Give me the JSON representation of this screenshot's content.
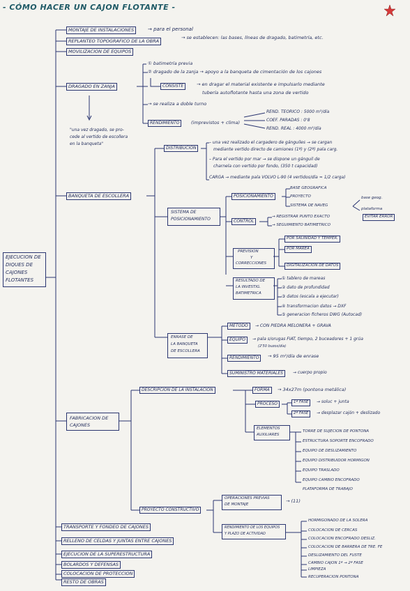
{
  "title": "- CÓMO HACER UN CAJON FLOTANTE -",
  "root": [
    "EJECUCION DE",
    "DIQUES DE",
    "CAJONES",
    "FLOTANTES"
  ],
  "l1": {
    "montaje": "MONTAJE DE INSTALACIONES",
    "montaje_note": "→ para el personal",
    "replanteo": "REPLANTEO TOPOGRAFICO DE LA OBRA",
    "replanteo_note": "→ se establecen: las bases, líneas de dragado, batimetría, etc.",
    "movilizacion": "MOVILIZACION DE EQUIPOS",
    "dragado": "DRAGADO EN ZANJA",
    "banqueta": "BANQUETA DE ESCOLLERA",
    "fabricacion": [
      "FABRICACION DE",
      "CAJONES"
    ],
    "transporte": "TRANSPORTE Y FONDEO DE CAJONES",
    "relleno": "RELLENO DE CELDAS Y JUNTAS ENTRE CAJONES",
    "superestructura": "EJECUCION DE LA SUPERESTRUCTURA",
    "bolardos": "BOLARDOS Y DEFENSAS",
    "colocacion": "COLOCACION DE PROTECCION",
    "resto": "RESTO DE OBRAS"
  },
  "dragado": {
    "item1": "① batimetría previa",
    "item2": "② dragado de la zanja → apoyo a la banqueta de cimentación de los cajones",
    "consiste": "CONSISTE",
    "consiste_text1": "→ en dragar el material existente e impulsarlo mediante",
    "consiste_text2": "tubería autoflotante hasta una zona de vertido",
    "doble_turno": "→ se realiza a doble turno",
    "rendimiento": "RENDIMIENTO",
    "rend_note": "(imprevistos + clima)",
    "teorico": "REND. TEORICO : 5000 m³/día",
    "coef": "COEF. PARADAS : 0'8",
    "real": "REND. REAL : 4000 m³/día",
    "side_note1": "\"una vez dragado, se pro-",
    "side_note2": "cede al vertido de escollera",
    "side_note3": "en la banqueta\""
  },
  "banqueta": {
    "distribucion": "DISTRIBUCION",
    "dist1a": "– una vez realizado el cargadero de gánguiles → se cargan",
    "dist1b": "mediante vertido directo de camiones (1ª) y (2ª) pala carg.",
    "dist2a": "– Para el vertido por mar → se dispone un gánguil de",
    "dist2b": "charnela con vertido por fondo, (350 t capacidad)",
    "carga": "CARGA → mediante pala VOLVO L-90 (4 vertidos/día ≈ 1/2 carga)",
    "sistema": [
      "SISTEMA DE",
      "POSICIONAMIENTO"
    ],
    "posicionamiento": "POSICIONAMIENTO",
    "base_geo": "BASE GEOGRAFICA",
    "proyecto": "PROYECTO",
    "sistema_naveg": "SISTEMA DE NAVEG",
    "base_geog_plat": [
      "base geog.",
      "plataforma"
    ],
    "control": "CONTROL",
    "registrar": "→ REGISTRAR PUNTO EXACTO",
    "evitar": "EVITAR ERROR",
    "seguimiento": "→ SEGUIMIENTO BATIMETRICO",
    "prevision": [
      "PREVISION",
      "Y",
      "CORRECCIONES"
    ],
    "salinidad": "POR SALINIDAD Y TEMPER.",
    "marea": "POR MAREA",
    "digitalizacion": "DIGITALIZACION DE DATOS",
    "resultado": [
      "RESULTADO DE",
      "LA INVESTIG.",
      "BATIMETRICA"
    ],
    "r1": "① tablero de mareas",
    "r2": "② dato de profundidad",
    "r3": "③ datos (escala a ejecutar)",
    "r4": "④ transformacion datos → DXF",
    "r5": "⑤ generacion ficheros DWG (Autocad)",
    "enrase": [
      "ENRASE DE",
      "LA BANQUETA",
      "DE ESCOLLERA"
    ],
    "metodo": "METODO",
    "metodo_text": "→ CON PIEDRA MELONERA + GRAVA",
    "equipo": "EQUIPO",
    "equipo_text": "→ pala s/orugas FIAT, tiempo, 2 buceadores + 1 grúa",
    "equipo_note": "(2'50 buzos/día)",
    "rendimiento": "RENDIMIENTO",
    "rend_text": "→ 95 m²/día de enrase",
    "suministro": "SUMINISTRO MATERIALES",
    "suministro_text": "→ cuerpo propio"
  },
  "fabricacion": {
    "descripcion": "DESCRIPCION DE LA INSTALACION",
    "forma": "FORMA",
    "forma_text": "→ 34x27m (pontona metálica)",
    "proceso": "PROCESO",
    "fase1": "1ª FASE",
    "fase1_text": "→ soluc + junta",
    "fase2": "2ª FASE",
    "fase2_text": "→ desplazar cajón + deslizado",
    "elementos": [
      "ELEMENTOS",
      "AUXILIARES"
    ],
    "aux": [
      "TORRE DE SUJECION DE PONTONA",
      "ESTRUCTURA SOPORTE ENCOFRADO",
      "EQUIPO DE DESLIZAMIENTO",
      "EQUIPO DISTRIBUIDOR HORMIGON",
      "EQUIPO TRASLADO",
      "EQUIPO CAMBIO ENCOFRADO",
      "PLATAFORMA DE TRABAJO"
    ],
    "proyecto": "PROYECTO CONSTRUCTIVO",
    "operaciones": [
      "OPERACIONES PREVIAS",
      "DE MONTAJE"
    ],
    "operaciones_note": "→ (11)",
    "rendimiento": [
      "RENDIMIENTO DE LOS EQUIPOS",
      "Y PLAZO DE ACTIVIDAD"
    ],
    "rend_items": [
      "HORMIGONADO DE LA SOLERA",
      "COLOCACION DE CERCAS",
      "COLOCACION ENCOFRADO DESLIZ.",
      "COLOCACION DE BARRERA DE TRE. FE",
      "DESLIZAMIENTO DEL FUSTE",
      "CAMBIO CAJON 1ª → 2ª FASE",
      "LIMPIEZA",
      "RECUPERACION PONTONA"
    ]
  },
  "colors": {
    "ink": "#1f2a5a",
    "title": "#1f5a66",
    "star": "#d63a3a",
    "paper": "#f4f3ef"
  }
}
